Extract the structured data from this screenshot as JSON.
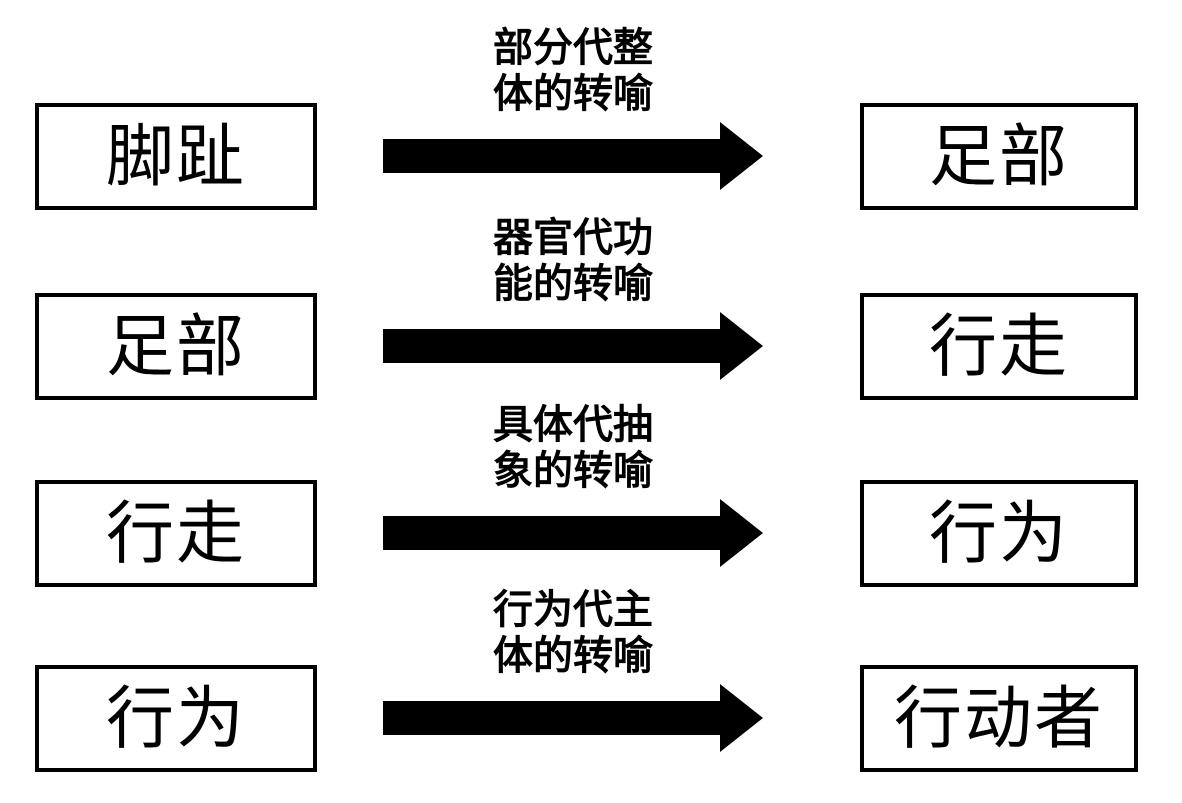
{
  "diagram": {
    "background_color": "#ffffff",
    "foreground_color": "#000000",
    "description": "metonymy-chain-diagram",
    "rows": [
      {
        "source": "脚趾",
        "label": "部分代整\n体的转喻",
        "target": "足部"
      },
      {
        "source": "足部",
        "label": "器官代功\n能的转喻",
        "target": "行走"
      },
      {
        "source": "行走",
        "label": "具体代抽\n象的转喻",
        "target": "行为"
      },
      {
        "source": "行为",
        "label": "行为代主\n体的转喻",
        "target": "行动者"
      }
    ]
  }
}
